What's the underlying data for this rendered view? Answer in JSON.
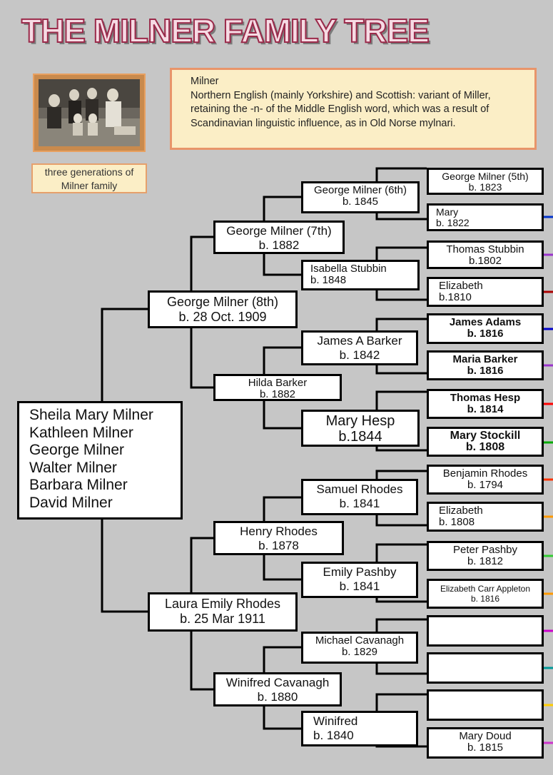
{
  "title": "THE MILNER FAMILY TREE",
  "photo_caption": {
    "line1": "three generations of",
    "line2": "Milner family"
  },
  "surname_info": {
    "heading": "Milner",
    "text": "Northern English (mainly Yorkshire) and Scottish: variant of Miller, retaining the -n- of the Middle English word, which was a result of Scandinavian linguistic influence, as in Old Norse mylnari."
  },
  "children": [
    "Sheila Mary Milner",
    "Kathleen Milner",
    "George Milner",
    "Walter Milner",
    "Barbara Milner",
    "David Milner"
  ],
  "parents": [
    {
      "name": "George Milner (8th)",
      "born": "b. 28 Oct. 1909"
    },
    {
      "name": "Laura Emily Rhodes",
      "born": "b. 25 Mar 1911"
    }
  ],
  "grandparents": [
    {
      "name": "George Milner (7th)",
      "born": "b. 1882"
    },
    {
      "name": "Hilda Barker",
      "born": "b. 1882"
    },
    {
      "name": "Henry Rhodes",
      "born": "b. 1878"
    },
    {
      "name": "Winifred Cavanagh",
      "born": "b. 1880"
    }
  ],
  "great_grandparents": [
    {
      "name": "George Milner (6th)",
      "born": "b. 1845"
    },
    {
      "name": "Isabella  Stubbin",
      "born": "b. 1848"
    },
    {
      "name": "James A Barker",
      "born": "b. 1842"
    },
    {
      "name": "Mary Hesp",
      "born": "b.1844"
    },
    {
      "name": "Samuel Rhodes",
      "born": "b. 1841"
    },
    {
      "name": "Emily Pashby",
      "born": "b. 1841"
    },
    {
      "name": "Michael Cavanagh",
      "born": "b. 1829"
    },
    {
      "name": "Winifred",
      "born": "b. 1840"
    }
  ],
  "great_great_grandparents": [
    {
      "name": "George Milner (5th)",
      "born": "b. 1823"
    },
    {
      "name": "Mary",
      "born": "b. 1822"
    },
    {
      "name": "Thomas Stubbin",
      "born": "b.1802"
    },
    {
      "name": "Elizabeth",
      "born": "b.1810"
    },
    {
      "name": "James Adams",
      "born": "b. 1816"
    },
    {
      "name": "Maria Barker",
      "born": "b. 1816"
    },
    {
      "name": "Thomas Hesp",
      "born": "b. 1814"
    },
    {
      "name": "Mary Stockill",
      "born": "b. 1808"
    },
    {
      "name": "Benjamin Rhodes",
      "born": "b. 1794"
    },
    {
      "name": "Elizabeth",
      "born": "b. 1808"
    },
    {
      "name": "Peter Pashby",
      "born": "b. 1812"
    },
    {
      "name": "Elizabeth Carr Appleton",
      "born": "b. 1816"
    },
    {
      "name": "",
      "born": ""
    },
    {
      "name": "",
      "born": ""
    },
    {
      "name": "",
      "born": ""
    },
    {
      "name": "Mary Doud",
      "born": "b. 1815"
    }
  ],
  "colors": {
    "background": "#c6c6c6",
    "title_fill": "#f6dbe4",
    "title_outline": "#9a2a4a",
    "note_fill": "#fbeec6",
    "note_border": "#e8956a",
    "edge_ticks": [
      "#0033cc",
      "#9933cc",
      "#aa0000",
      "#0000cc",
      "#9933cc",
      "#ff0000",
      "#00aa00",
      "#ff3300",
      "#ff9900",
      "#33cc33",
      "#ff9900",
      "#cc00cc",
      "#009999",
      "#ffcc00",
      "#cc33cc"
    ]
  }
}
